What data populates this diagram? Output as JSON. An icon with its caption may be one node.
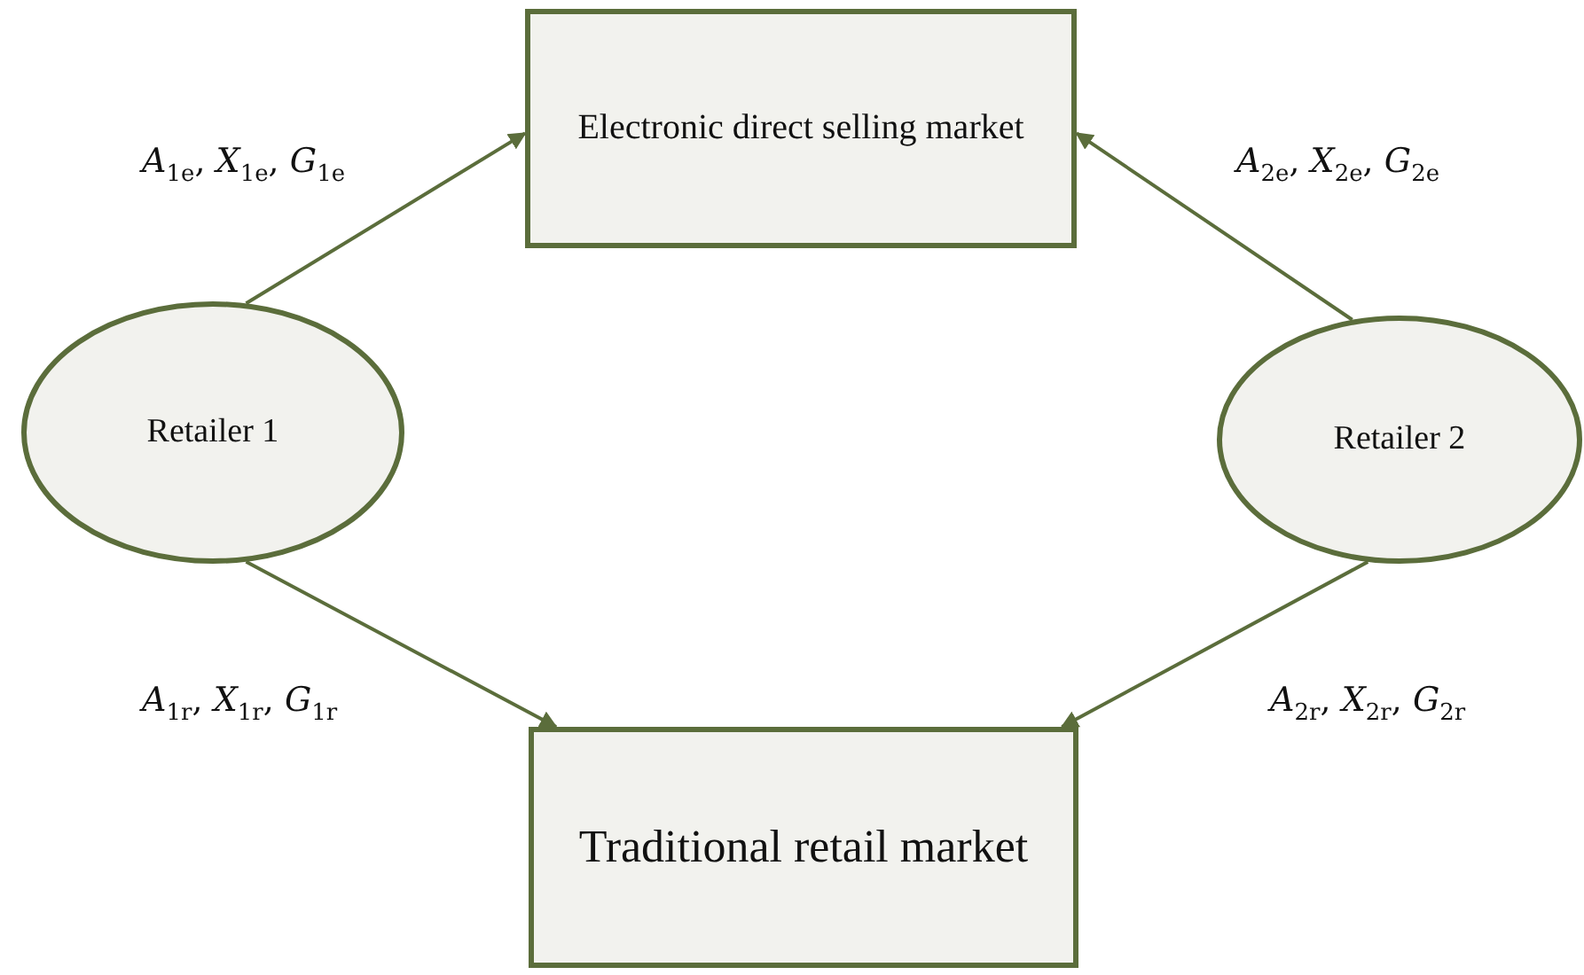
{
  "diagram": {
    "nodes": [
      {
        "text": [
          "Electronic direct selling market"
        ]
      },
      {
        "text": [
          "Retailer 1"
        ]
      },
      {
        "text": [
          "Retailer 2"
        ]
      },
      {
        "text": [
          "Traditional retail market"
        ]
      }
    ],
    "edges": [
      {
        "from": 1,
        "to": 0,
        "arrow": "to",
        "label": "*A*$_{1e}$, *X*$_{1e}$, *G*$_{1e}$"
      },
      {
        "from": 2,
        "to": 0,
        "arrow": "to",
        "label": "*A*$_{2e}$, *X*$_{2e}$, *G*$_{2e}$"
      },
      {
        "from": 1,
        "to": 3,
        "arrow": "to",
        "label": "*A*$_{1r}$, *X*$_{1r}$, *G*$_{1r}$"
      },
      {
        "from": 2,
        "to": 3,
        "arrow": "to",
        "label": "*A*$_{2r}$, *X*$_{2r}$, *G*$_{2r}$"
      }
    ]
  }
}
